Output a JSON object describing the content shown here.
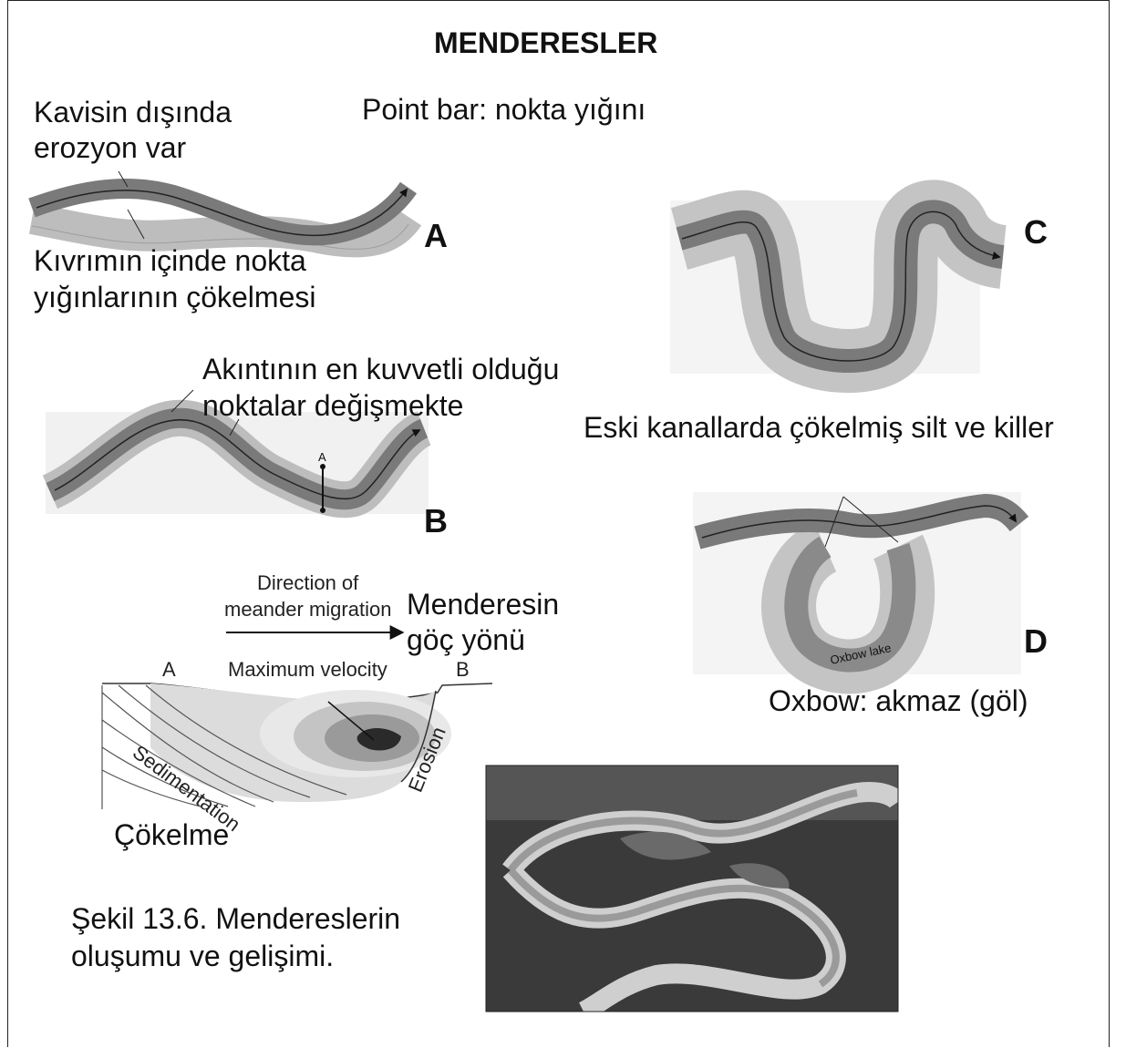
{
  "title": "MENDERESLER",
  "labels": {
    "outer_erosion_1": "Kavisin dışında",
    "outer_erosion_2": "erozyon var",
    "point_bar": "Point bar: nokta yığını",
    "inner_deposition_1": "Kıvrımın içinde nokta",
    "inner_deposition_2": "yığınlarının çökelmesi",
    "strongest_current_1": "Akıntının en kuvvetli olduğu",
    "strongest_current_2": "noktalar değişmekte",
    "old_channels": "Eski kanallarda çökelmiş silt ve killer",
    "migration_tr_1": "Menderesin",
    "migration_tr_2": "göç yönü",
    "oxbow_tr": "Oxbow: akmaz (göl)",
    "deposition_tr": "Çökelme",
    "caption_1": "Şekil 13.6. Mendereslerin",
    "caption_2": "oluşumu ve gelişimi."
  },
  "panel_letters": {
    "a": "A",
    "b": "B",
    "c": "C",
    "d": "D"
  },
  "cross_section": {
    "direction_1": "Direction of",
    "direction_2": "meander migration",
    "max_velocity": "Maximum velocity",
    "point_a": "A",
    "point_b": "B",
    "sedimentation": "Sedimentation",
    "erosion": "Erosion"
  },
  "small_labels": {
    "b_profile_point": "A",
    "oxbow_lake": "Oxbow lake"
  },
  "colors": {
    "river": "#7a7a7a",
    "river_dark": "#4a4a4a",
    "bar_lines": "#8a8a8a",
    "velocity_1": "#e2e2e2",
    "velocity_2": "#c4c4c4",
    "velocity_3": "#9a9a9a",
    "velocity_core": "#2a2a2a",
    "photo_forest": "#3a3a3a",
    "photo_water": "#cfcfcf"
  }
}
